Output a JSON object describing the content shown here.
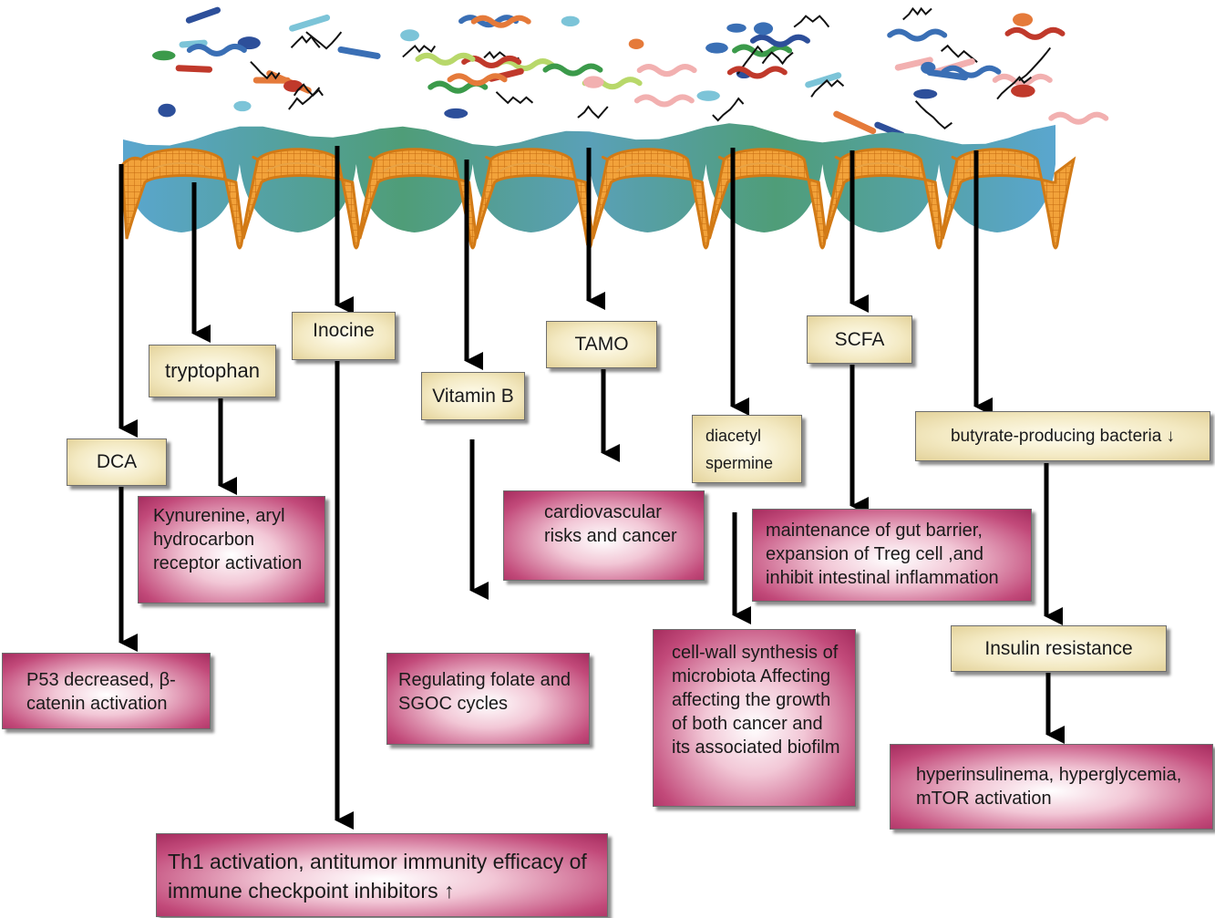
{
  "metabolites": {
    "dca": "DCA",
    "tryptophan": "tryptophan",
    "inocine": "Inocine",
    "vitamin_b": "Vitamin B",
    "tamo": "TAMO",
    "diacetyl_spermine": "diacetyl spermine",
    "scfa": "SCFA",
    "butyrate": "butyrate-producing bacteria ↓",
    "insulin_resistance": "Insulin resistance"
  },
  "effects": {
    "dca": "P53 decreased, β-catenin activation",
    "tryptophan": "Kynurenine,  aryl hydrocarbon receptor activation",
    "inocine": "Th1 activation, antitumor immunity efficacy of immune checkpoint inhibitors ↑",
    "vitamin_b": "Regulating folate and SGOC cycles",
    "tamo": "cardiovascular risks and cancer",
    "diacetyl_spermine": "cell-wall synthesis of microbiota Affecting affecting the growth of both cancer and its associated biofilm",
    "scfa": "maintenance of gut barrier, expansion of Treg cell ,and inhibit intestinal inflammation",
    "butyrate": "hyperinsulinema, hyperglycemia, mTOR activation"
  },
  "colors": {
    "arrow": "#000000",
    "tan_box": "#f3e9c2",
    "pink_box": "#c24a7a",
    "lumen_blue": "#5aa6cf",
    "lumen_green": "#4f9d78",
    "epithelium": "#e0912a"
  },
  "icons": [
    "gut-microbiota-icon",
    "intestinal-epithelium-icon"
  ]
}
